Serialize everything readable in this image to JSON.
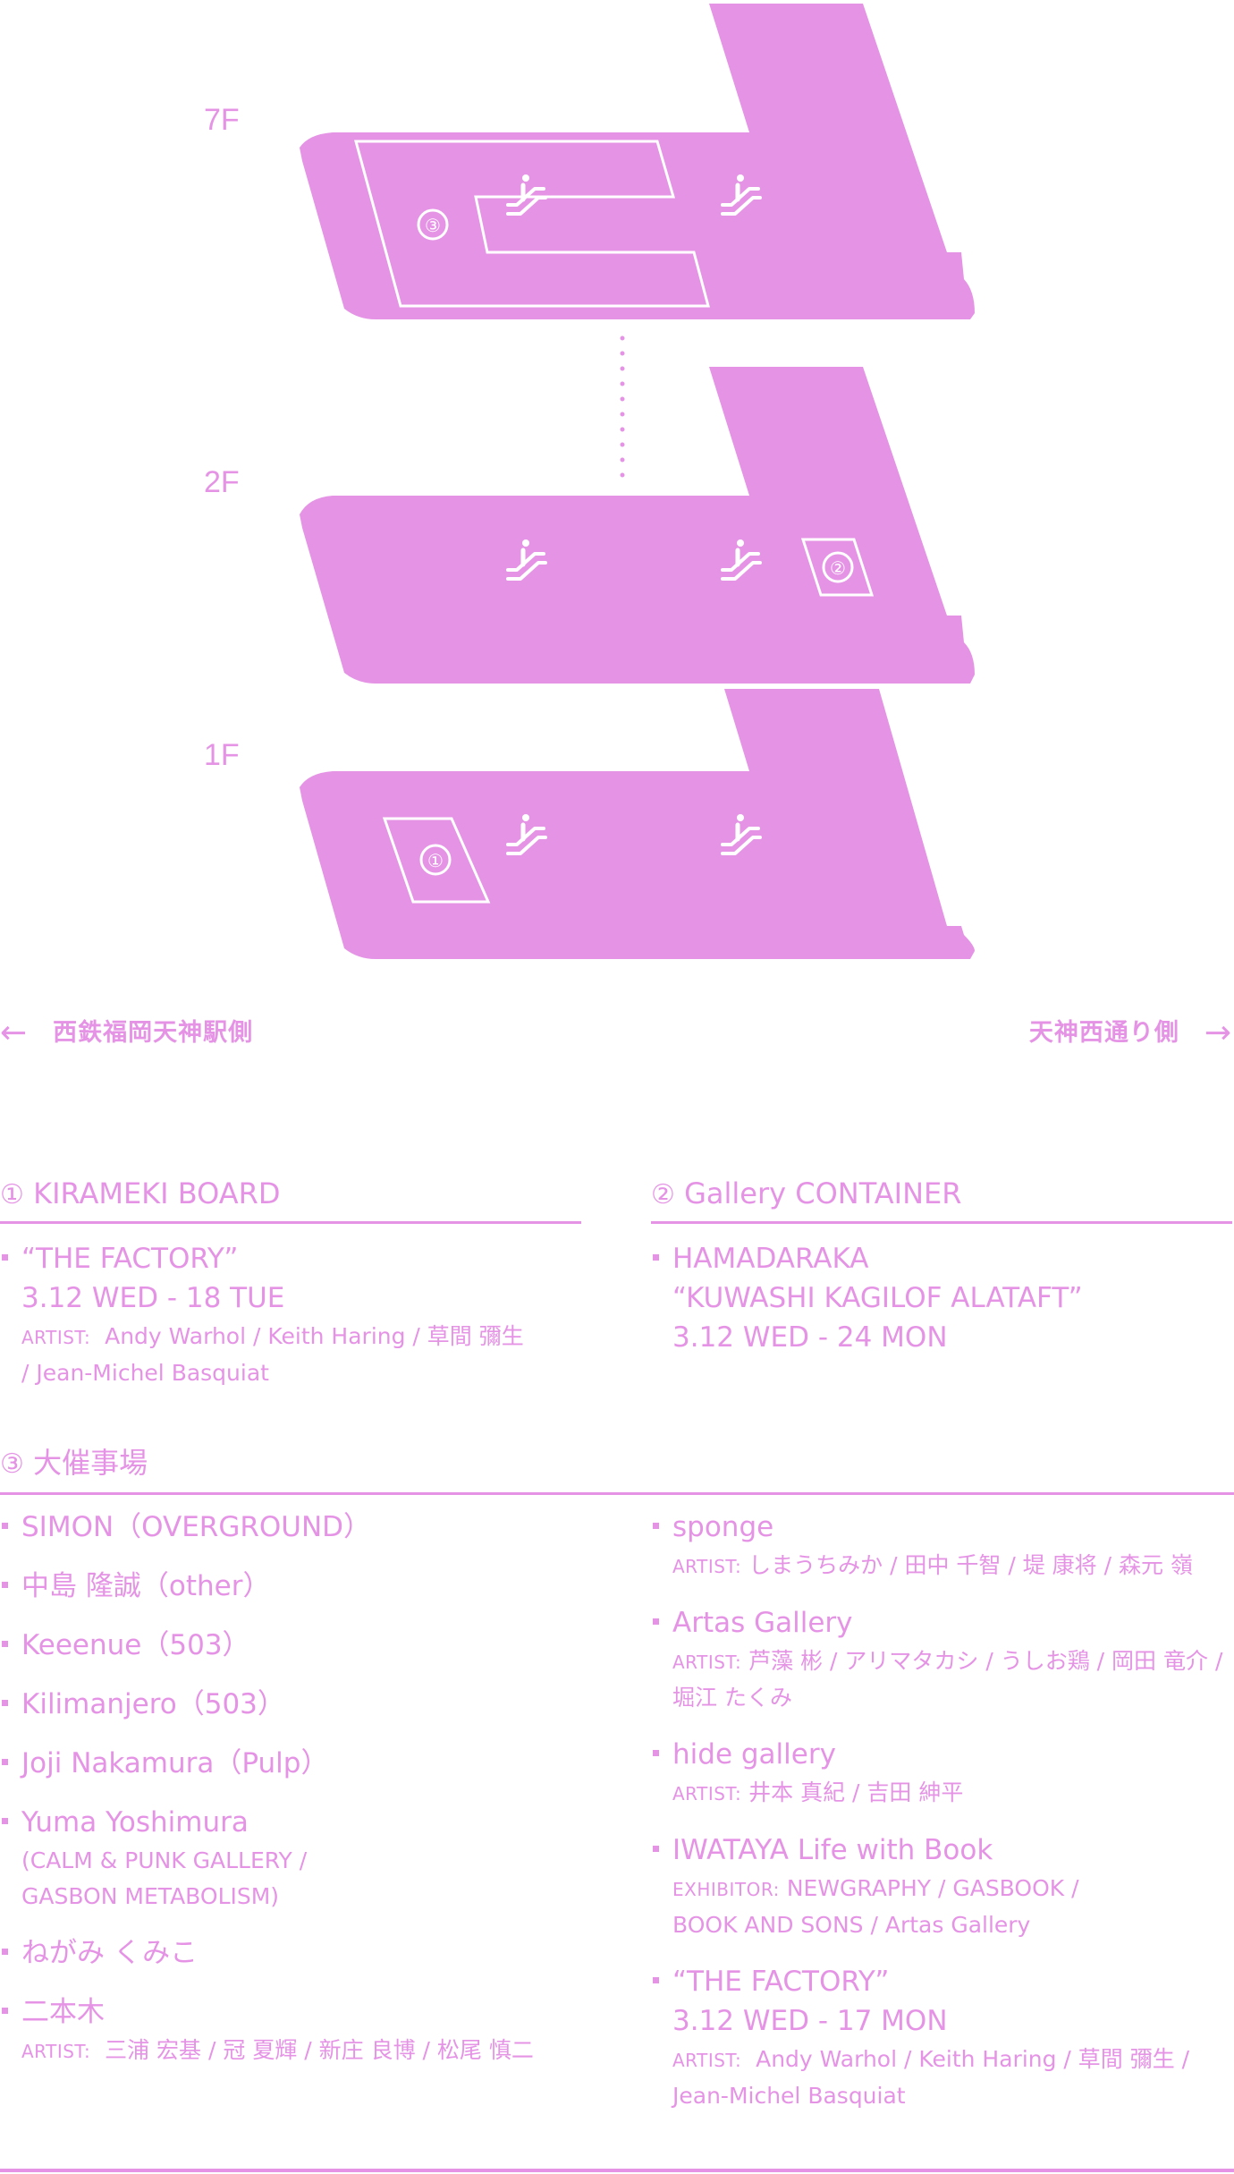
{
  "colors": {
    "accent": "#e594e5",
    "floor": "#e594e5",
    "line": "#ffffff"
  },
  "floors": [
    {
      "label": "7F",
      "markers": [
        "③"
      ]
    },
    {
      "label": "2F",
      "markers": [
        "②"
      ]
    },
    {
      "label": "1F",
      "markers": [
        "①"
      ]
    }
  ],
  "icons": [
    "escalator-icon",
    "arrow-left-icon",
    "arrow-right-icon"
  ],
  "directions": {
    "left": "西鉄福岡天神駅側",
    "right": "天神西通り側"
  },
  "sections": {
    "s1": {
      "num": "①",
      "title": "KIRAMEKI BOARD",
      "items": [
        {
          "title": "“THE FACTORY”",
          "date": "3.12 WED - 18 TUE",
          "key": "ARTIST:",
          "names": "Andy Warhol / Keith Haring / 草間 彌生",
          "names2": "/ Jean-Michel Basquiat"
        }
      ]
    },
    "s2": {
      "num": "②",
      "title": "Gallery CONTAINER",
      "items": [
        {
          "title": "HAMADARAKA",
          "title2": "“KUWASHI KAGILOF ALATAFT”",
          "date": "3.12 WED - 24 MON"
        }
      ]
    },
    "s3": {
      "num": "③",
      "title": "大催事場",
      "left": [
        {
          "title": "SIMON（OVERGROUND）"
        },
        {
          "title": "中島 隆誠（other）"
        },
        {
          "title": "Keeenue（503）"
        },
        {
          "title": "Kilimanjero（503）"
        },
        {
          "title": "Joji Nakamura（Pulp）"
        },
        {
          "title": "Yuma Yoshimura",
          "sub1": "(CALM & PUNK GALLERY /",
          "sub2": "GASBON METABOLISM)"
        },
        {
          "title": "ねがみ くみこ"
        },
        {
          "title": "二本木",
          "key": "ARTIST:",
          "names": "三浦 宏基 / 冠 夏輝 / 新庄 良博 / 松尾 慎二"
        }
      ],
      "right": [
        {
          "title": "sponge",
          "key": "ARTIST:",
          "names": "しまうちみか / 田中 千智 / 堤 康将 / 森元 嶺"
        },
        {
          "title": "Artas Gallery",
          "key": "ARTIST:",
          "names": "芦藻 彬 / アリマタカシ / うしお鶏 / 岡田 竜介 /",
          "names2": "堀江 たくみ"
        },
        {
          "title": "hide gallery",
          "key": "ARTIST:",
          "names": "井本 真紀 / 吉田 紳平"
        },
        {
          "title": "IWATAYA Life with Book",
          "key": "EXHIBITOR:",
          "names": "NEWGRAPHY / GASBOOK /",
          "names2": "BOOK AND SONS / Artas Gallery"
        },
        {
          "title": "“THE FACTORY”",
          "date": "3.12 WED - 17 MON",
          "key": "ARTIST:",
          "names": "Andy Warhol / Keith Haring / 草間 彌生 /",
          "names2": "Jean-Michel Basquiat"
        }
      ]
    }
  }
}
